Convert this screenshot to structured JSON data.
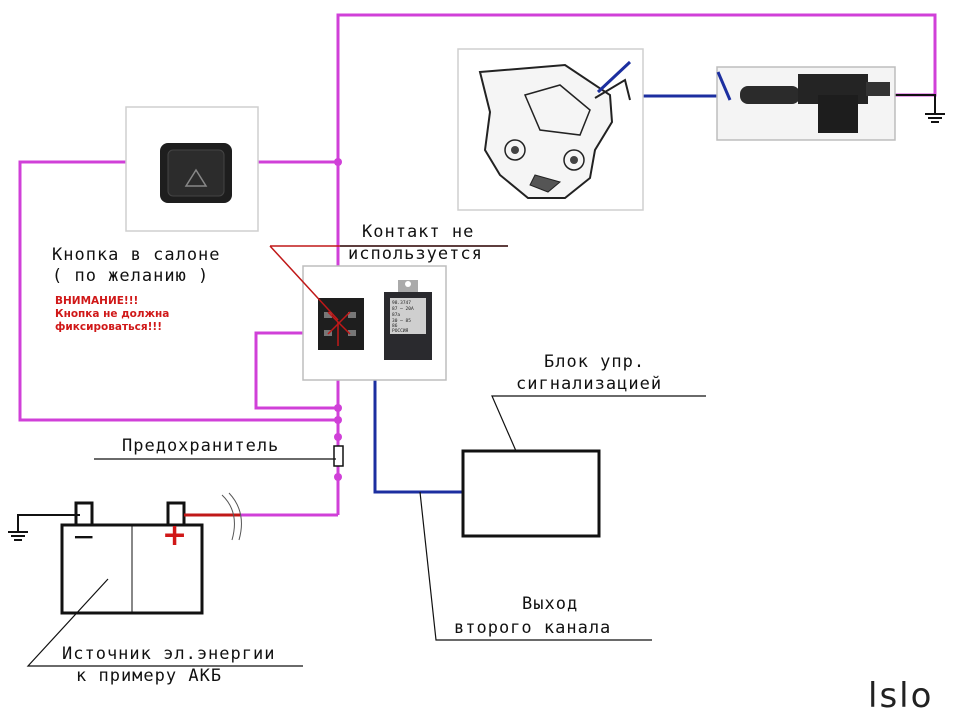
{
  "labels": {
    "button": "Кнопка в салоне",
    "button_note": "( по желанию )",
    "warning_line1": "ВНИМАНИЕ!!!",
    "warning_line2": "Кнопка не должна",
    "warning_line3": "фиксироваться!!!",
    "contact_line1": "Контакт не",
    "contact_line2": "используется",
    "alarm_unit_line1": "Блок упр.",
    "alarm_unit_line2": "сигнализацией",
    "fuse": "Предохранитель",
    "output_line1": "Выход",
    "output_line2": "второго канала",
    "source_line1": "Источник эл.энергии",
    "source_line2": "к примеру АКБ",
    "battery_minus": "−",
    "battery_plus": "+",
    "signature": "lslo"
  },
  "relay_markings": [
    "98.3747",
    "87 ─ 20А",
    "87а",
    "30 ─ 85",
    "86",
    "РОССИЯ"
  ],
  "colors": {
    "power_wire": "#d040d8",
    "signal_wire": "#1c2fa0",
    "ground_wire": "#111111",
    "battery_plus_wire": "#c01818",
    "warning_text": "#d01818"
  }
}
